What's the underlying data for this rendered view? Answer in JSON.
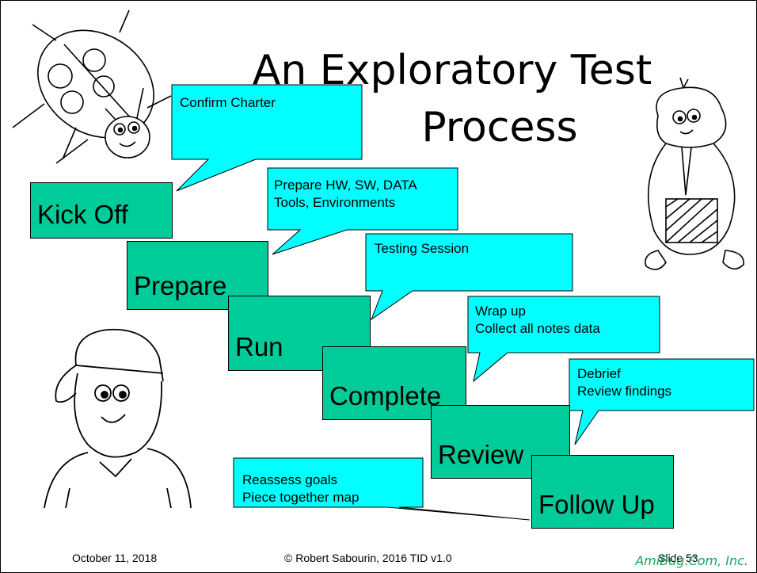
{
  "title": {
    "line1": "An Exploratory Test",
    "line2": "Process"
  },
  "steps": [
    {
      "label": "Kick Off"
    },
    {
      "label": "Prepare"
    },
    {
      "label": "Run"
    },
    {
      "label": "Complete"
    },
    {
      "label": "Review"
    },
    {
      "label": "Follow Up"
    }
  ],
  "callouts": [
    {
      "text": "Confirm Charter"
    },
    {
      "text": "Prepare HW, SW, DATA\nTools, Environments"
    },
    {
      "text": "Testing Session"
    },
    {
      "text": "Wrap up\nCollect all notes data"
    },
    {
      "text": "Debrief\nReview findings"
    },
    {
      "text": "Reassess goals\nPiece together map"
    }
  ],
  "footer": {
    "date": "October 11, 2018",
    "copyright": "© Robert Sabourin, 2016 TID v1.0",
    "slide": "Slide 53"
  },
  "brand": "AmiBug.Com, Inc.",
  "colors": {
    "step_fill": "#00cc99",
    "callout_fill": "#00ffff",
    "brand": "#19a35b"
  }
}
